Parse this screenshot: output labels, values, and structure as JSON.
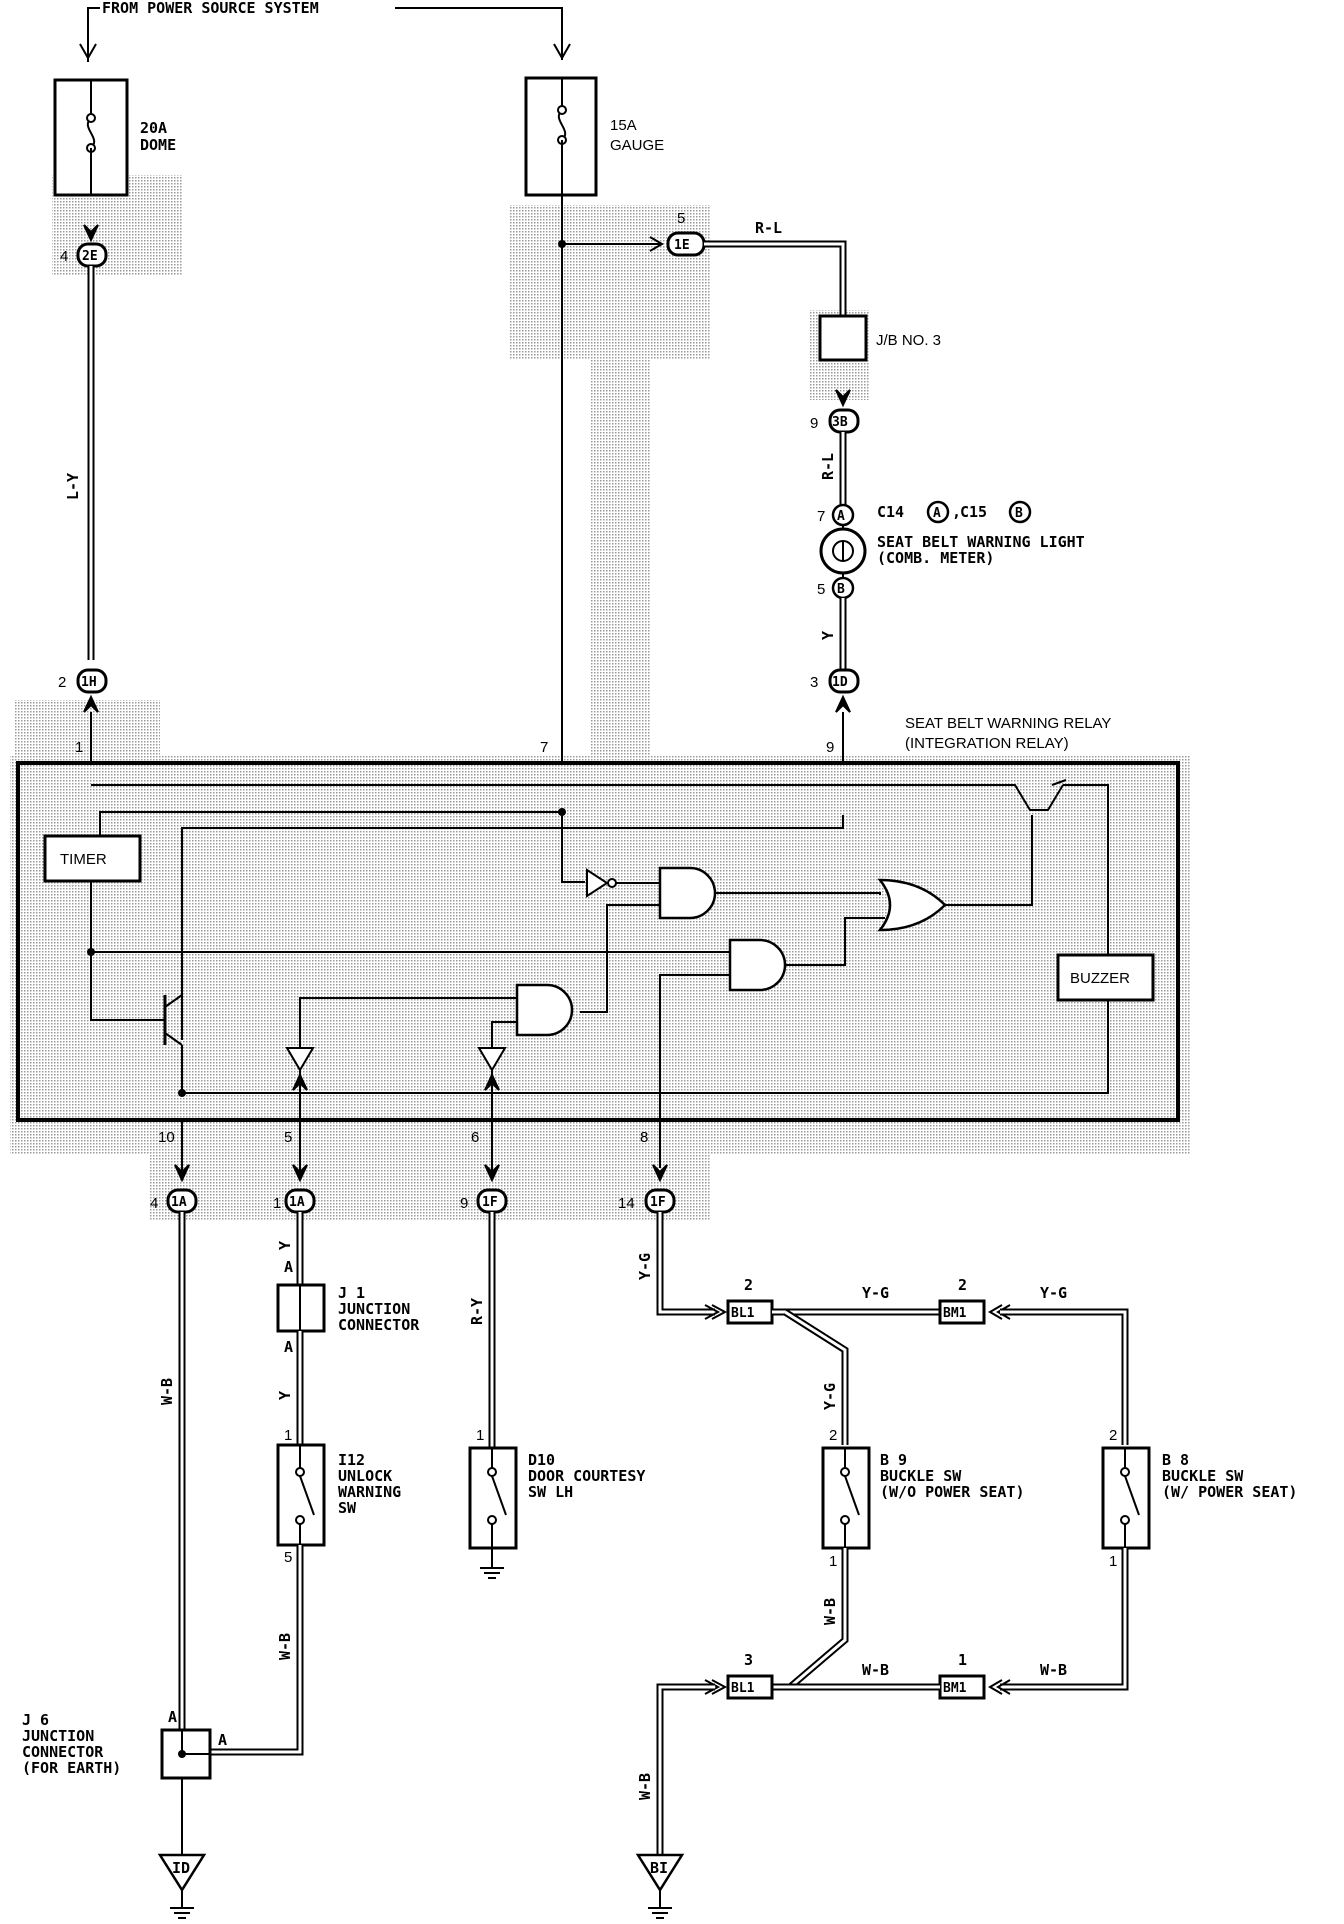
{
  "power_source_label": "FROM POWER SOURCE SYSTEM",
  "fuses": [
    {
      "rating": "20A",
      "name": "DOME"
    },
    {
      "rating": "15A",
      "name": "GAUGE"
    }
  ],
  "connectors": {
    "c2E": {
      "pin": "4",
      "id": "2E"
    },
    "c1E": {
      "pin": "5",
      "id": "1E"
    },
    "c3B": {
      "pin": "9",
      "id": "3B"
    },
    "c1H": {
      "pin": "2",
      "id": "1H"
    },
    "c1D": {
      "pin": "3",
      "id": "1D"
    },
    "c1A_a": {
      "pin": "4",
      "id": "1A"
    },
    "c1A_b": {
      "pin": "1",
      "id": "1A"
    },
    "c1F_a": {
      "pin": "9",
      "id": "1F"
    },
    "c1F_b": {
      "pin": "14",
      "id": "1F"
    },
    "bl1_top": {
      "pin": "2",
      "id": "BL1"
    },
    "bm1_top": {
      "pin": "2",
      "id": "BM1"
    },
    "bl1_bot": {
      "pin": "3",
      "id": "BL1"
    },
    "bm1_bot": {
      "pin": "1",
      "id": "BM1"
    }
  },
  "wires": {
    "r_l": "R-L",
    "r_l2": "R-L",
    "l_y": "L-Y",
    "y1": "Y",
    "y2": "Y",
    "y3": "Y",
    "r_y": "R-Y",
    "y_g1": "Y-G",
    "y_g2": "Y-G",
    "y_g3": "Y-G",
    "y_g4": "Y-G",
    "w_b1": "W-B",
    "w_b2": "W-B",
    "w_b3": "W-B",
    "w_b4": "W-B",
    "w_b5": "W-B",
    "w_b6": "W-B"
  },
  "jb3": "J/B NO. 3",
  "warning_light": {
    "conn": "C14",
    "conn_a": "A",
    "conn2": "C15",
    "conn_b": "B",
    "line1": "SEAT BELT WARNING LIGHT",
    "line2": "(COMB. METER)",
    "pin_a": "7",
    "pin_b": "5"
  },
  "relay": {
    "title1": "SEAT BELT WARNING RELAY",
    "title2": "(INTEGRATION RELAY)",
    "timer": "TIMER",
    "buzzer": "BUZZER",
    "pins": [
      "1",
      "7",
      "9",
      "10",
      "5",
      "6",
      "8"
    ]
  },
  "j1": {
    "id": "J 1",
    "line1": "JUNCTION",
    "line2": "CONNECTOR",
    "pin_top": "A",
    "pin_bot": "A"
  },
  "i12": {
    "id": "I12",
    "line1": "UNLOCK",
    "line2": "WARNING",
    "line3": "SW",
    "pin_top": "1",
    "pin_bot": "5"
  },
  "d10": {
    "id": "D10",
    "line1": "DOOR COURTESY",
    "line2": "SW LH",
    "pin_top": "1"
  },
  "b9": {
    "id": "B 9",
    "line1": "BUCKLE SW",
    "line2": "(W/O POWER SEAT)",
    "pin_top": "2",
    "pin_bot": "1"
  },
  "b8": {
    "id": "B 8",
    "line1": "BUCKLE SW",
    "line2": "(W/ POWER SEAT)",
    "pin_top": "2",
    "pin_bot": "1"
  },
  "j6": {
    "id": "J 6",
    "line1": "JUNCTION",
    "line2": "CONNECTOR",
    "line3": "(FOR EARTH)",
    "pin_top": "A",
    "pin_side": "A"
  },
  "grounds": [
    "ID",
    "BI"
  ]
}
